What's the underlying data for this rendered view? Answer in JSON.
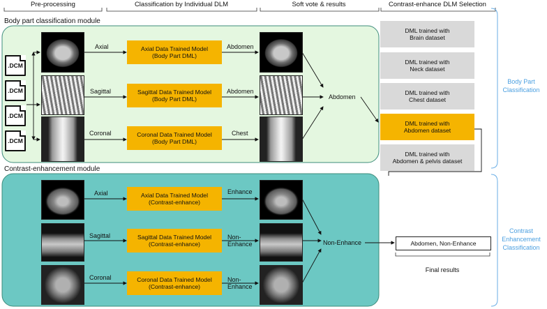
{
  "headers": {
    "preprocessing": "Pre-processing",
    "classification": "Classification by Individual DLM",
    "soft_vote": "Soft vote & results",
    "selection": "Contrast-enhance DLM Selection"
  },
  "modules": {
    "body_part": "Body part classification module",
    "contrast": "Contrast-enhancement module"
  },
  "dicom_label": ".DCM",
  "body_part_module": {
    "views": [
      "Axial",
      "Sagittal",
      "Coronal"
    ],
    "models": [
      {
        "line1": "Axial Data Trained Model",
        "line2": "(Body Part DML)"
      },
      {
        "line1": "Sagittal Data Trained Model",
        "line2": "(Body Part DML)"
      },
      {
        "line1": "Coronal Data Trained Model",
        "line2": "(Body Part DML)"
      }
    ],
    "predictions": [
      "Abdomen",
      "Abdomen",
      "Chest"
    ],
    "result": "Abdomen"
  },
  "contrast_module": {
    "views": [
      "Axial",
      "Sagittal",
      "Coronal"
    ],
    "models": [
      {
        "line1": "Axial Data Trained Model",
        "line2": "(Contrast-enhance)"
      },
      {
        "line1": "Sagittal Data Trained Model",
        "line2": "(Contrast-enhance)"
      },
      {
        "line1": "Coronal Data Trained Model",
        "line2": "(Contrast-enhance)"
      }
    ],
    "predictions": [
      {
        "line1": "Enhance",
        "line2": ""
      },
      {
        "line1": "Non-",
        "line2": "Enhance"
      },
      {
        "line1": "Non-",
        "line2": "Enhance"
      }
    ],
    "result": "Non-Enhance"
  },
  "dml_options": [
    {
      "line1": "DML trained with",
      "line2": "Brain dataset",
      "selected": false
    },
    {
      "line1": "DML trained with",
      "line2": "Neck dataset",
      "selected": false
    },
    {
      "line1": "DML trained with",
      "line2": "Chest dataset",
      "selected": false
    },
    {
      "line1": "DML trained with",
      "line2": "Abdomen dataset",
      "selected": true
    },
    {
      "line1": "DML trained with",
      "line2": "Abdomen & pelvis dataset",
      "selected": false
    }
  ],
  "final": {
    "box": "Abdomen, Non-Enhance",
    "label": "Final results"
  },
  "side_labels": {
    "body_part": {
      "line1": "Body Part",
      "line2": "Classification"
    },
    "contrast": {
      "line1": "Contrast",
      "line2": "Enhancement",
      "line3": "Classification"
    }
  },
  "colors": {
    "module_fill": "#6cc8c3",
    "body_fill": "#e4f7e0",
    "module_border": "#3d8c7b",
    "model_fill": "#f5b400",
    "dml_grey": "#d9d9d9",
    "bracket_blue": "#6aaee6",
    "side_text": "#4a9fe0"
  }
}
